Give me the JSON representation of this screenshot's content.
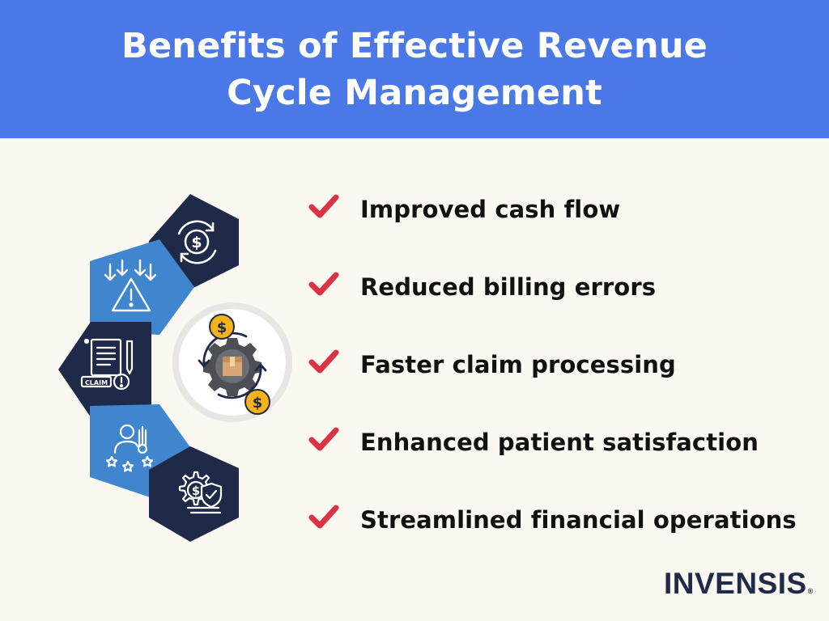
{
  "header": {
    "title_line1": "Benefits of Effective Revenue",
    "title_line2": "Cycle Management"
  },
  "benefits": [
    "Improved cash flow",
    "Reduced billing errors",
    "Faster claim processing",
    "Enhanced patient satisfaction",
    "Streamlined financial operations"
  ],
  "graphic": {
    "claim_label": "CLAIM",
    "dollar_symbol": "$"
  },
  "logo": {
    "text": "INVENSIS",
    "registered": "®"
  },
  "colors": {
    "header_bg": "#4a78e6",
    "background": "#fbf7f1",
    "navy_hex": "#1e2a47",
    "blue_hex": "#3f86cf",
    "check": "#d9343f"
  }
}
